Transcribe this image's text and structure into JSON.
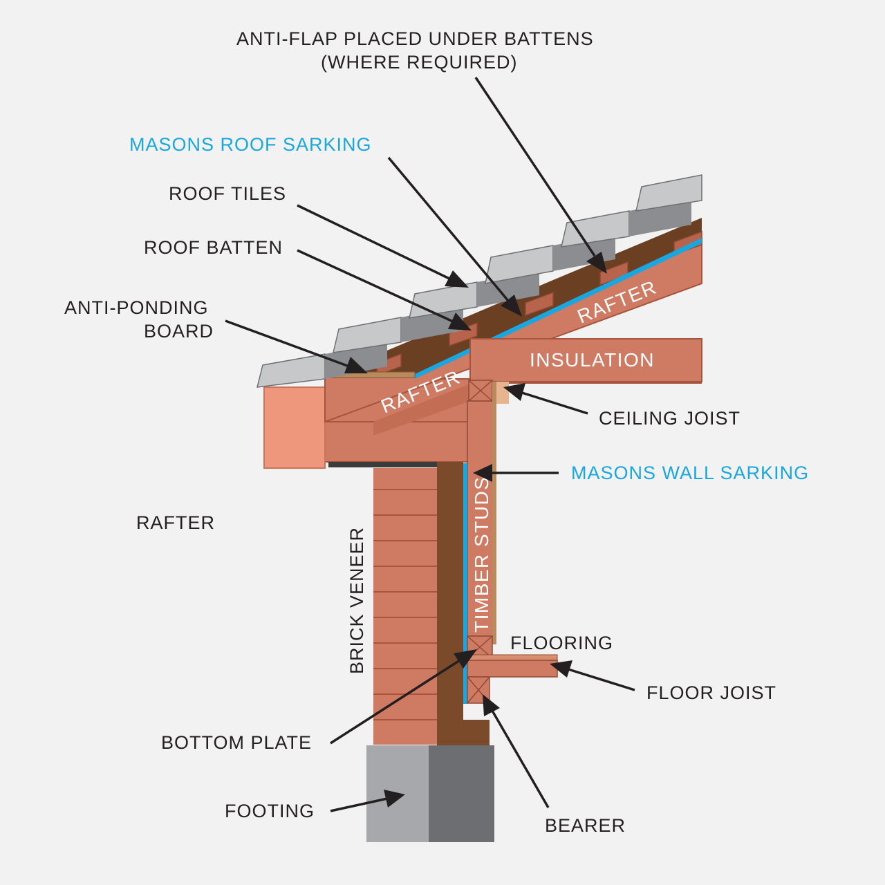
{
  "labels": {
    "anti_flap_line1": "ANTI-FLAP PLACED UNDER BATTENS",
    "anti_flap_line2": "(WHERE REQUIRED)",
    "roof_sarking": "MASONS ROOF SARKING",
    "roof_tiles": "ROOF TILES",
    "roof_batten": "ROOF BATTEN",
    "anti_ponding_line1": "ANTI-PONDING",
    "anti_ponding_line2": "BOARD",
    "rafter_side": "RAFTER",
    "ceiling_joist": "CEILING JOIST",
    "wall_sarking": "MASONS WALL SARKING",
    "flooring": "FLOORING",
    "floor_joist": "FLOOR JOIST",
    "bottom_plate": "BOTTOM PLATE",
    "footing": "FOOTING",
    "bearer": "BEARER"
  },
  "inner_labels": {
    "rafter_upper": "RAFTER",
    "rafter_lower": "RAFTER",
    "insulation": "INSULATION",
    "timber_studs": "TIMBER STUDS",
    "brick_veneer": "BRICK VENEER"
  },
  "colors": {
    "background": "#f2f2f2",
    "label_text": "#231f20",
    "highlight_text": "#1aa6de",
    "timber": "#cf7a63",
    "fascia": "#ef977c",
    "dark_timber": "#7a4a2a",
    "sarking_blue": "#1aa6de",
    "tile_light": "#c7c8ca",
    "tile_dark": "#8c8d90",
    "footing_light": "#a7a8ab",
    "footing_dark": "#6d6e71"
  }
}
